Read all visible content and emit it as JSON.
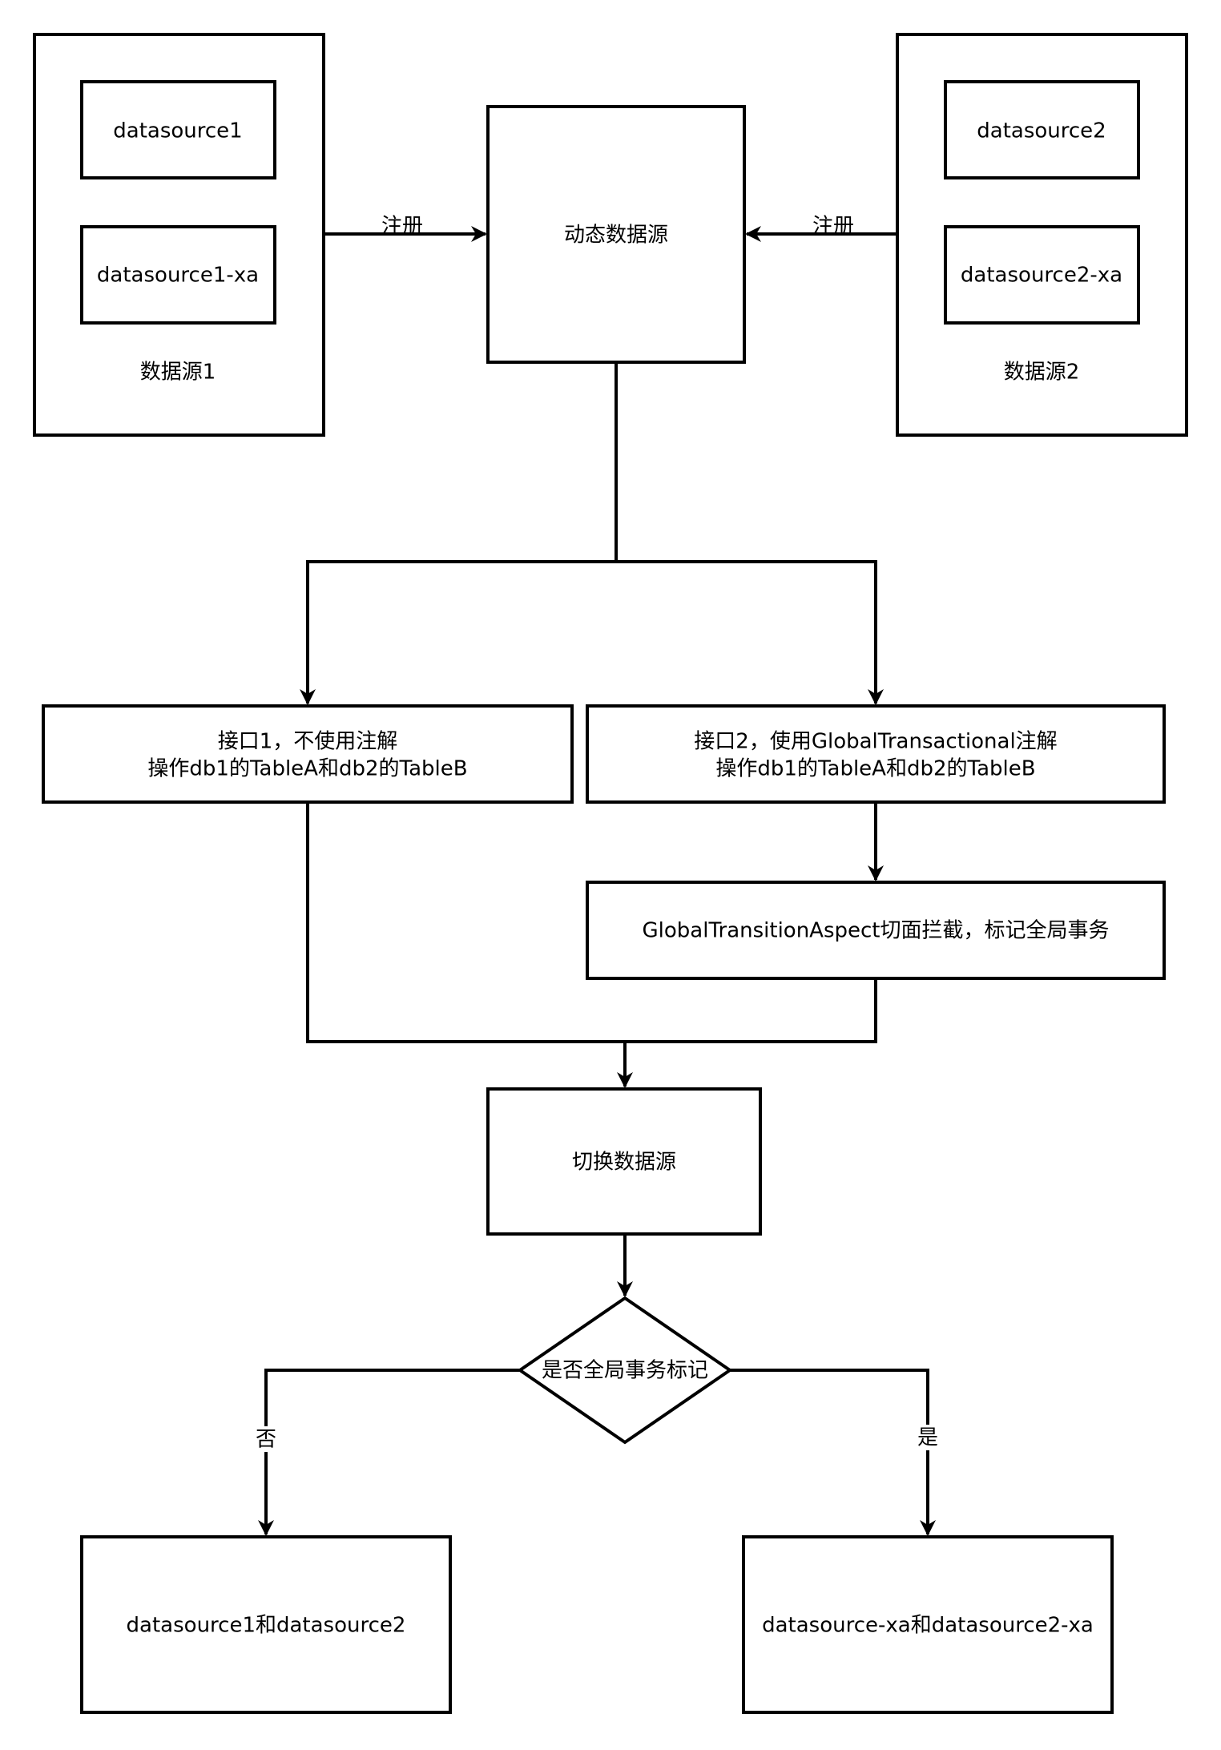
{
  "nodes": {
    "ds1_group_label": "数据源1",
    "ds1": "datasource1",
    "ds1_xa": "datasource1-xa",
    "ds2_group_label": "数据源2",
    "ds2": "datasource2",
    "ds2_xa": "datasource2-xa",
    "dynamic": "动态数据源",
    "api1_line1": "接口1，不使用注解",
    "api1_line2": "操作db1的TableA和db2的TableB",
    "api2_line1": "接口2，使用GlobalTransactional注解",
    "api2_line2": "操作db1的TableA和db2的TableB",
    "aspect": "GlobalTransitionAspect切面拦截，标记全局事务",
    "switch": "切换数据源",
    "decision": "是否全局事务标记",
    "result_no": "datasource1和datasource2",
    "result_yes": "datasource-xa和datasource2-xa"
  },
  "edges": {
    "register_left": "注册",
    "register_right": "注册",
    "no": "否",
    "yes": "是"
  }
}
